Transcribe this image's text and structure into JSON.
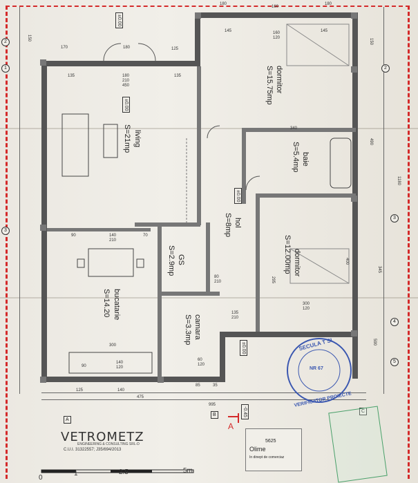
{
  "plan": {
    "rooms": [
      {
        "name": "dormitor",
        "area": "S=15.75mp"
      },
      {
        "name": "living",
        "area": "S=21mp"
      },
      {
        "name": "baie",
        "area": "S=5.4mp"
      },
      {
        "name": "hol",
        "area": "S=8mp"
      },
      {
        "name": "dormitor",
        "area": "S=12.00mp"
      },
      {
        "name": "GS",
        "area": "S=2.9mp"
      },
      {
        "name": "bucatarie",
        "area": "S=14.20"
      },
      {
        "name": "camara",
        "area": "S=3.3mp"
      }
    ],
    "levels": [
      "±0.00",
      "±0.00",
      "±0.00",
      "±0.00",
      "-0.45"
    ],
    "axes_left": [
      "1",
      "2",
      "3",
      "4",
      "5"
    ],
    "axes_bottom": [
      "A",
      "B",
      "C"
    ],
    "section_mark": "A",
    "top_dims": [
      "180",
      "160",
      "180",
      "145",
      "145",
      "120",
      "160"
    ],
    "left_dims": [
      "150",
      "170",
      "180",
      "125",
      "135",
      "180",
      "210",
      "450",
      "135",
      "90",
      "140",
      "210",
      "70",
      "300",
      "90",
      "140",
      "120",
      "125",
      "140",
      "475"
    ],
    "right_dims": [
      "150",
      "340",
      "490",
      "1180",
      "345",
      "590"
    ],
    "misc_dims": [
      "995",
      "135",
      "210",
      "300",
      "120",
      "400",
      "295",
      "80",
      "210",
      "60",
      "120",
      "85",
      "35"
    ],
    "firm": {
      "name": "VETROMETZ",
      "sub": "ENGINEERING & CONSULTING SRL-D",
      "cui": "C.U.I. 31322557; J35/694/2013"
    },
    "scale": {
      "labels": [
        "0",
        "1",
        "2.5",
        "5m"
      ]
    },
    "stamp": {
      "top": "SECULA T SI",
      "bottom": "VERIFICATOR PROIECTE",
      "mid": "NR 67"
    },
    "stamp_box": {
      "line1": "5625",
      "line2": "Olime",
      "line3": "In dinept de comerciaz"
    }
  }
}
